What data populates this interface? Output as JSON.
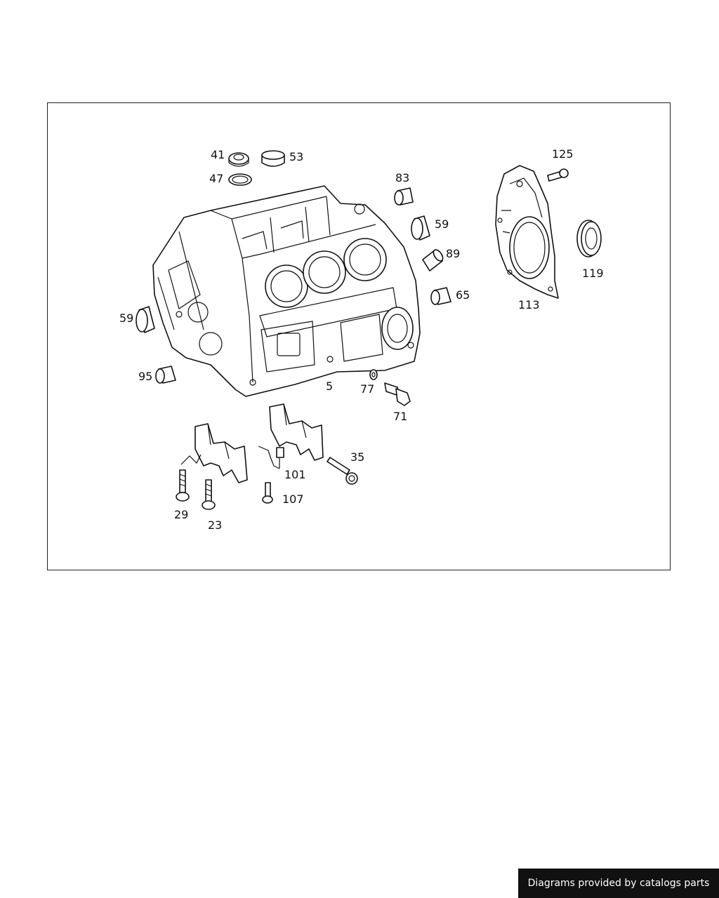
{
  "diagram": {
    "labels": {
      "p41": "41",
      "p53": "53",
      "p47": "47",
      "p83": "83",
      "p125": "125",
      "p59a": "59",
      "p89": "89",
      "p119": "119",
      "p65": "65",
      "p113": "113",
      "p59b": "59",
      "p95": "95",
      "p5": "5",
      "p77": "77",
      "p71": "71",
      "p35": "35",
      "p101": "101",
      "p107": "107",
      "p29": "29",
      "p23": "23"
    }
  },
  "footer": {
    "credit": "Diagrams provided by catalogs parts"
  }
}
